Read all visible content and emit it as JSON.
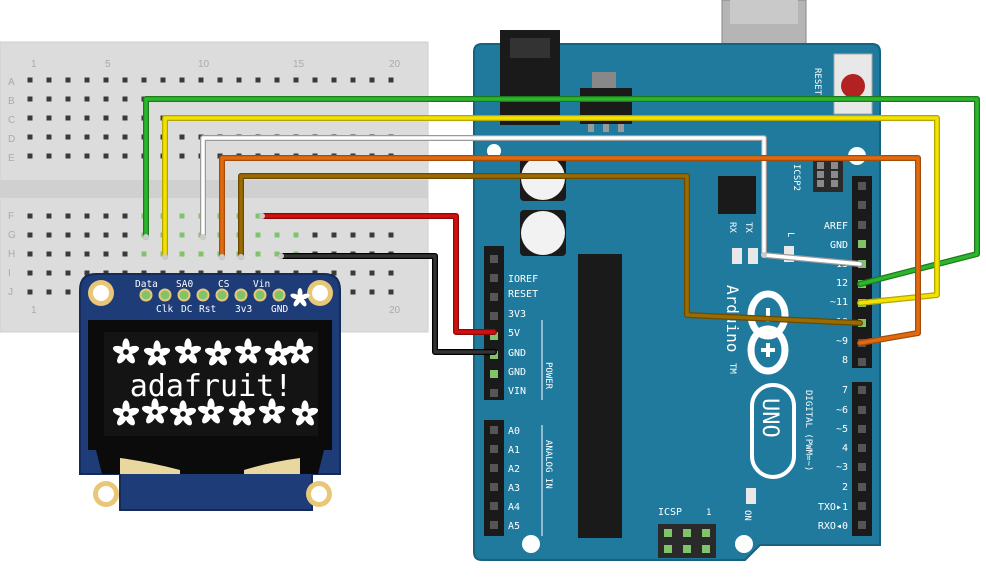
{
  "breadcrumb_columns": [
    "1",
    "5",
    "10",
    "15",
    "20"
  ],
  "breadboard": {
    "top_rows": [
      "A",
      "B",
      "C",
      "D",
      "E"
    ],
    "bottom_rows": [
      "F",
      "G",
      "H",
      "I",
      "J"
    ],
    "col_labels_top": [
      "1",
      "5",
      "10",
      "15",
      "20"
    ],
    "col_labels_bottom": [
      "1",
      "20"
    ]
  },
  "arduino": {
    "reset_label": "RESET",
    "icsp2_label": "ICSP2",
    "icsp_label": "ICSP",
    "tx_label": "TX",
    "rx_label": "RX",
    "l_label": "L",
    "on_label": "ON",
    "brand_label": "Arduino",
    "tm_label": "TM",
    "model_label": "UNO",
    "power_header_label": "POWER",
    "analog_header_label": "ANALOG IN",
    "digital_header_label": "DIGITAL (PWM=~)",
    "power_pins": [
      "IOREF",
      "RESET",
      "3V3",
      "5V",
      "GND",
      "GND",
      "VIN"
    ],
    "analog_pins": [
      "A0",
      "A1",
      "A2",
      "A3",
      "A4",
      "A5"
    ],
    "digital_top_pins": [
      "AREF",
      "GND",
      "13",
      "12",
      "~11",
      "~10",
      "~9",
      "8"
    ],
    "digital_bottom_pins": [
      "7",
      "~6",
      "~5",
      "4",
      "~3",
      "2",
      "TXO▸1",
      "RXO◂0"
    ]
  },
  "oled": {
    "top_labels": [
      "Data",
      "SA0",
      "CS",
      "Vin"
    ],
    "bottom_labels": [
      "Clk",
      "DC",
      "Rst",
      "3v3",
      "GND"
    ],
    "screen_text": "adafruit!"
  },
  "colors": {
    "arduino_board": "#1f7a9e",
    "oled_board": "#1e3c78",
    "wire_green": "#2db52d",
    "wire_yellow": "#f2e200",
    "wire_white": "#ffffff",
    "wire_orange": "#e06a10",
    "wire_brown": "#9a6b00",
    "wire_red": "#d11010",
    "wire_black": "#1a1a1a"
  }
}
